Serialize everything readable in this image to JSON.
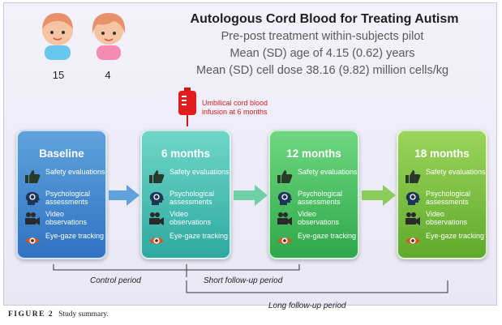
{
  "header": {
    "title": "Autologous Cord Blood for Treating Autism",
    "subtitle_1": "Pre-post treatment within-subjects pilot",
    "subtitle_2": "Mean (SD) age of 4.15 (0.62) years",
    "subtitle_3": "Mean (SD) cell dose 38.16 (9.82) million cells/kg"
  },
  "participants": {
    "boys_count": "15",
    "girls_count": "4"
  },
  "infusion": {
    "line_1": "Umbilical cord blood",
    "line_2": "infusion at 6 months"
  },
  "items": {
    "safety": "Safety evaluations",
    "psych": "Psychological assessments",
    "video": "Video observations",
    "eye": "Eye-gaze tracking"
  },
  "stages": [
    {
      "label": "Baseline",
      "color_top": "#5fa2dd",
      "color_bottom": "#2f73c2"
    },
    {
      "label": "6 months",
      "color_top": "#6fd6c9",
      "color_bottom": "#2ea9a0"
    },
    {
      "label": "12 months",
      "color_top": "#6fd77f",
      "color_bottom": "#2ea84a"
    },
    {
      "label": "18 months",
      "color_top": "#9bd45a",
      "color_bottom": "#5faa2d"
    }
  ],
  "periods": {
    "control": "Control period",
    "short": "Short follow-up period",
    "long": "Long follow-up period"
  },
  "caption": {
    "label": "FIGURE 2",
    "text": "Study summary."
  }
}
